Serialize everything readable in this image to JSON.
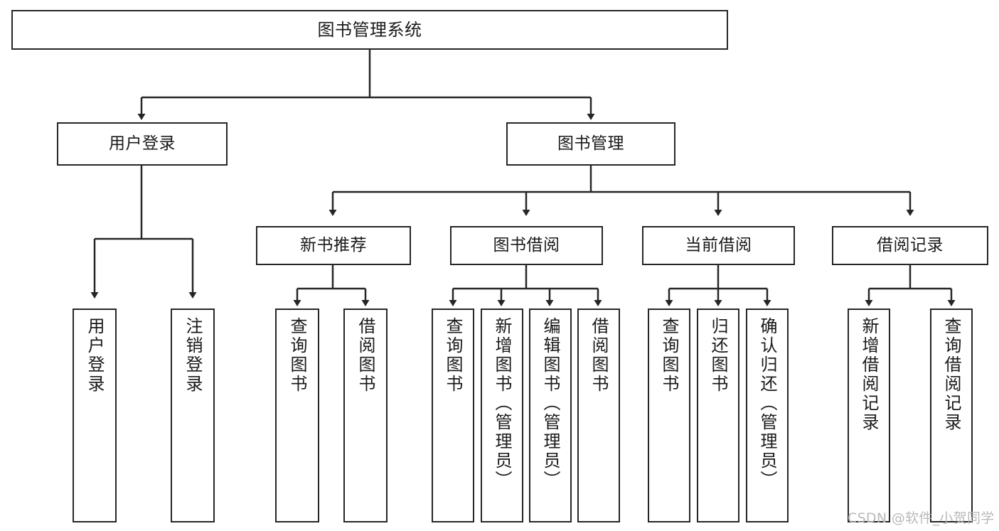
{
  "diagram": {
    "title": "图书管理系统",
    "type": "tree-hierarchy",
    "watermark": "CSDN @软件_小贺同学",
    "colors": {
      "border": "#262626",
      "fill": "#ffffff",
      "text": "#1a1a1a",
      "background": "#ffffff",
      "watermark": "#b9b9b9"
    }
  },
  "nodes": {
    "root": {
      "label": "图书管理系统"
    },
    "level1": [
      {
        "label": "用户登录"
      },
      {
        "label": "图书管理"
      }
    ],
    "level2": [
      {
        "label": "新书推荐"
      },
      {
        "label": "图书借阅"
      },
      {
        "label": "当前借阅"
      },
      {
        "label": "借阅记录"
      }
    ],
    "leaves": {
      "user_login": [
        {
          "label": "用户登录"
        },
        {
          "label": "注销登录"
        }
      ],
      "new_book_recommend": [
        {
          "label": "查询图书"
        },
        {
          "label": "借阅图书"
        }
      ],
      "book_borrow": [
        {
          "label": "查询图书"
        },
        {
          "label": "新增图书（管理员）"
        },
        {
          "label": "编辑图书（管理员）"
        },
        {
          "label": "借阅图书"
        }
      ],
      "current_borrow": [
        {
          "label": "查询图书"
        },
        {
          "label": "归还图书"
        },
        {
          "label": "确认归还（管理员）"
        }
      ],
      "borrow_record": [
        {
          "label": "新增借阅记录"
        },
        {
          "label": "查询借阅记录"
        }
      ]
    }
  }
}
